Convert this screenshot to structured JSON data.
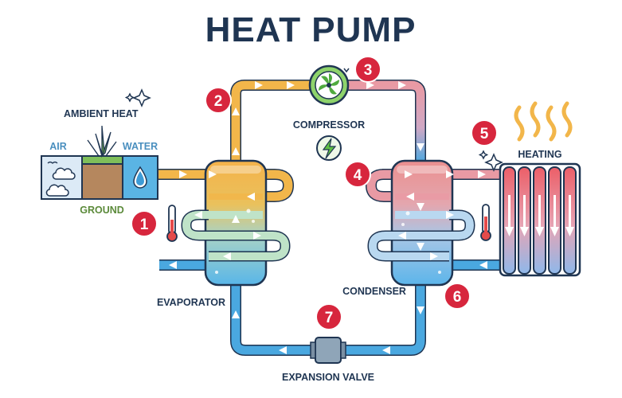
{
  "title": "HEAT PUMP",
  "labels": {
    "ambient_heat": "AMBIENT HEAT",
    "air": "AIR",
    "water": "WATER",
    "ground": "GROUND",
    "compressor": "COMPRESSOR",
    "heating": "HEATING",
    "evaporator": "EVAPORATOR",
    "condenser": "CONDENSER",
    "expansion_valve": "EXPANSION VALVE"
  },
  "steps": [
    "1",
    "2",
    "3",
    "4",
    "5",
    "6",
    "7"
  ],
  "colors": {
    "title": "#1f3552",
    "badge": "#d7263d",
    "hot_pipe": "#e99aa4",
    "warm_pipe": "#f2b64a",
    "cold_pipe": "#4aa8e0",
    "outline": "#1f3552"
  }
}
